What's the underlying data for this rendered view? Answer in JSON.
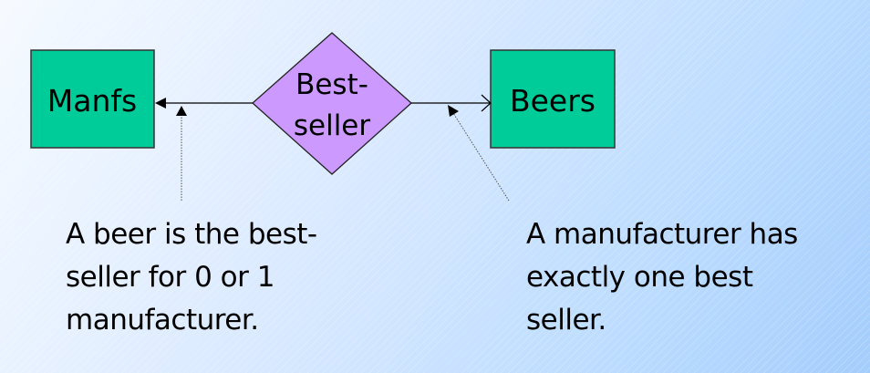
{
  "entities": [
    {
      "label": "Manfs",
      "color": "#00cc99"
    },
    {
      "label": "Beers",
      "color": "#00cc99"
    }
  ],
  "relationship": {
    "label_lines": [
      "Best-",
      "seller"
    ],
    "color": "#cc99ff"
  },
  "notes": {
    "left": [
      "A beer is the best-",
      "seller for 0 or 1",
      "manufacturer."
    ],
    "right": [
      "A manufacturer has",
      "exactly one best",
      "seller."
    ]
  }
}
